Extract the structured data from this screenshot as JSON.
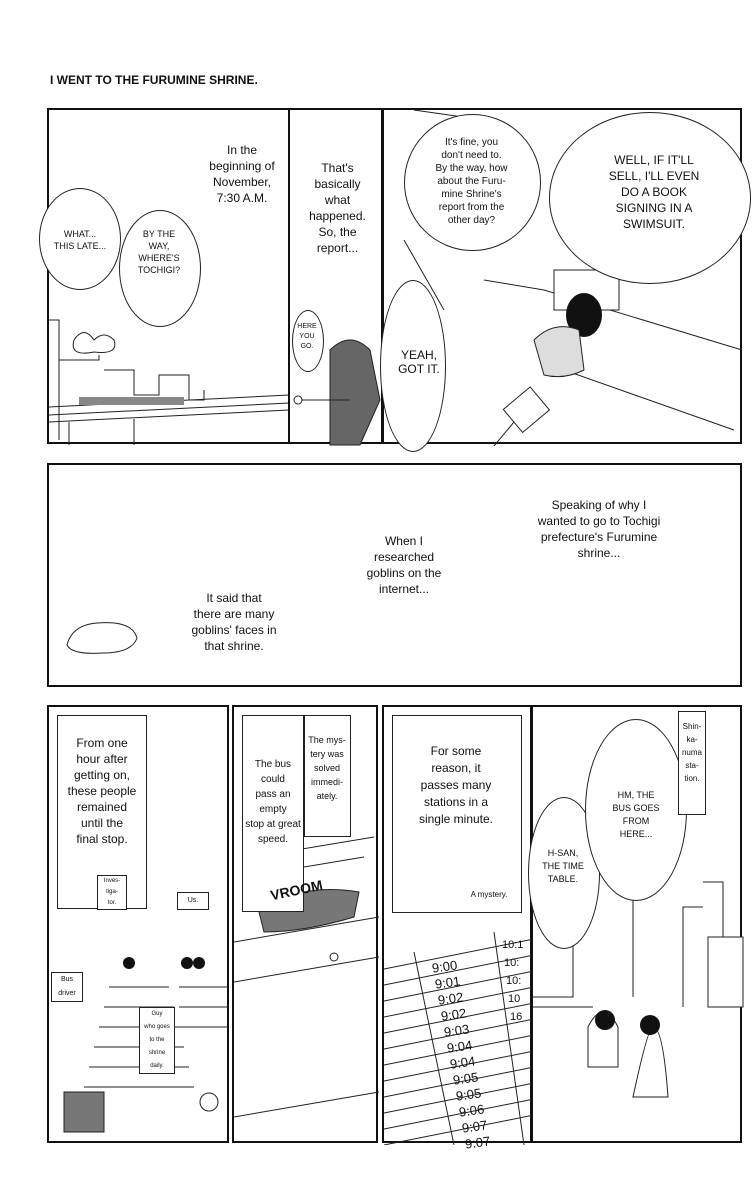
{
  "page_title": "I WENT TO THE FURUMINE SHRINE.",
  "row1": {
    "panel1": {
      "narration": "In the\nbeginning of\nNovember,\n7:30 A.M.",
      "bubble_left": "WHAT...\nTHIS LATE...",
      "bubble_right": "BY THE\nWAY,\nWHERE'S\nTOCHIGI?"
    },
    "panel2": {
      "narration": "That's\nbasically\nwhat\nhappened.\nSo, the\nreport...",
      "bubble": "HERE\nYOU\nGO."
    },
    "panel3": {
      "bubble_left": "YEAH,\nGOT IT.",
      "bubble_top": "It's fine, you\ndon't need to.\nBy the way, how\nabout the Furu-\nmine Shrine's\nreport from the\nother day?",
      "bubble_right": "WELL, IF IT'LL\nSELL, I'LL EVEN\nDO A BOOK\nSIGNING IN A\nSWIMSUIT."
    }
  },
  "row2": {
    "text1": "Speaking of why I\nwanted to go to Tochigi\nprefecture's Furumine\nshrine...",
    "text2": "When I\nresearched\ngoblins on the\ninternet...",
    "text3": "It said that\nthere are many\ngoblins' faces in\nthat shrine."
  },
  "row3": {
    "panel1": {
      "box": "From one\nhour after\ngetting on,\nthese people\nremained\nuntil the\nfinal stop.",
      "labels": [
        "Inves-\ntiga-\ntor.",
        "Us.",
        "Bus\ndriver",
        "Guy\nwho goes\nto the\nshrine\ndaily."
      ]
    },
    "panel2": {
      "box1": "The bus could\npass an empty\nstop at great\nspeed.",
      "box2": "The mys-\ntery was\nsolved\nimmedi-\nately.",
      "sfx": "VROOM"
    },
    "panel3": {
      "box": "For some\nreason, it\npasses many\nstations in a\nsingle minute.",
      "aside": "A mystery.",
      "times": [
        "9:00",
        "9:01",
        "9:02",
        "9:02",
        "9:03",
        "9:04",
        "9:04",
        "9:05",
        "9:05",
        "9:06",
        "9:07",
        "9:07"
      ],
      "times_right": [
        "10:1",
        "10:",
        "10:",
        "10",
        "16"
      ]
    },
    "panel4": {
      "bubble_left": "H-SAN,\nTHE TIME\nTABLE.",
      "bubble_right": "HM, THE\nBUS GOES\nFROM\nHERE...",
      "sign": "Shin-\nka-\nnuma\nsta-\ntion."
    }
  }
}
